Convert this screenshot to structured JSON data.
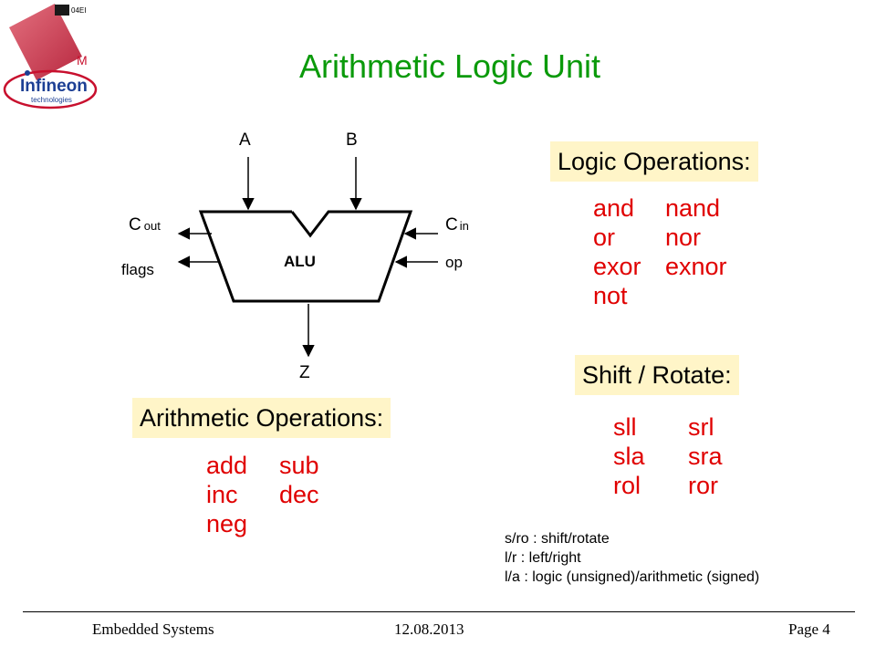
{
  "logo": {
    "top_mark": "04EI",
    "m_letter": "M",
    "company": "Infineon",
    "tagline": "technologies"
  },
  "title": "Arithmetic Logic Unit",
  "diagram": {
    "alu_label": "ALU",
    "input_a": "A",
    "input_b": "B",
    "c_out_main": "C",
    "c_out_sub": "out",
    "flags": "flags",
    "c_in_main": "C",
    "c_in_sub": "in",
    "op": "op",
    "output_z": "Z"
  },
  "logic": {
    "heading": "Logic Operations:",
    "col1": [
      "and",
      "or",
      "exor",
      "not"
    ],
    "col2": [
      "nand",
      "nor",
      "exnor"
    ]
  },
  "shift": {
    "heading": "Shift / Rotate:",
    "col1": [
      "sll",
      "sla",
      "rol"
    ],
    "col2": [
      "srl",
      "sra",
      "ror"
    ]
  },
  "arith": {
    "heading": "Arithmetic Operations:",
    "col1": [
      "add",
      "inc",
      "neg"
    ],
    "col2": [
      "sub",
      "dec"
    ]
  },
  "notes": [
    "s/ro : shift/rotate",
    "l/r : left/right",
    "l/a : logic (unsigned)/arithmetic (signed)"
  ],
  "footer": {
    "left": "Embedded Systems",
    "date": "12.08.2013",
    "page": "Page 4"
  },
  "colors": {
    "title": "#0a9a0a",
    "ops": "#e00000",
    "heading_bg": "#fff5c8",
    "logo_red": "#c8102e",
    "logo_blue": "#1c3f94"
  }
}
